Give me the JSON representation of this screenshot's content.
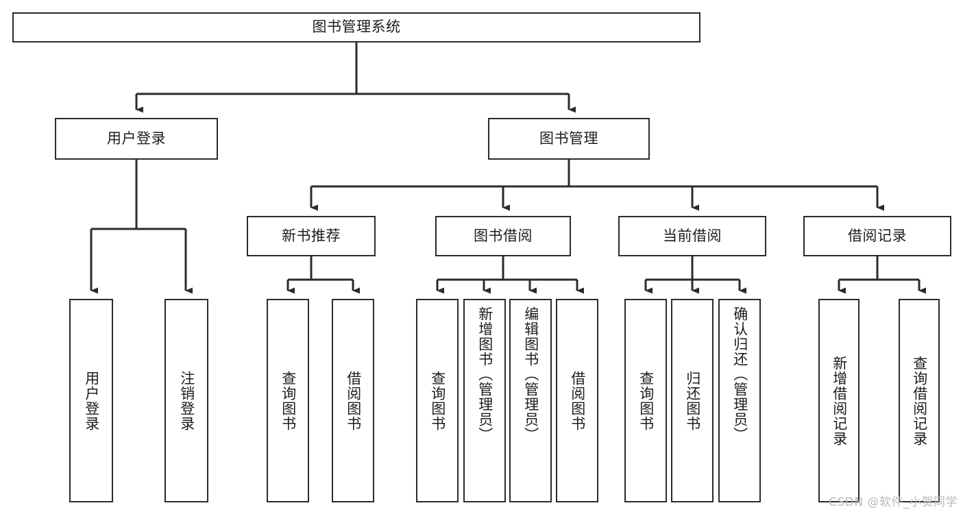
{
  "diagram": {
    "type": "tree-hierarchy",
    "title": "图书管理系统",
    "watermark": "CSDN @软件_小贺同学",
    "colors": {
      "stroke": "#2b2b2b",
      "fill": "#ffffff",
      "text": "#1d1d1d",
      "watermark": "#b9b9b9"
    },
    "root": {
      "label": "图书管理系统",
      "orientation": "horizontal"
    },
    "level1": [
      {
        "label": "用户登录",
        "orientation": "horizontal"
      },
      {
        "label": "图书管理",
        "orientation": "horizontal"
      }
    ],
    "level2": [
      {
        "label": "新书推荐",
        "orientation": "horizontal",
        "parent": "图书管理"
      },
      {
        "label": "图书借阅",
        "orientation": "horizontal",
        "parent": "图书管理"
      },
      {
        "label": "当前借阅",
        "orientation": "horizontal",
        "parent": "图书管理"
      },
      {
        "label": "借阅记录",
        "orientation": "horizontal",
        "parent": "图书管理"
      }
    ],
    "leaves": [
      {
        "label": "用户登录",
        "parent": "用户登录",
        "orientation": "vertical"
      },
      {
        "label": "注销登录",
        "parent": "用户登录",
        "orientation": "vertical"
      },
      {
        "label": "查询图书",
        "parent": "新书推荐",
        "orientation": "vertical"
      },
      {
        "label": "借阅图书",
        "parent": "新书推荐",
        "orientation": "vertical"
      },
      {
        "label": "查询图书",
        "parent": "图书借阅",
        "orientation": "vertical"
      },
      {
        "label": "新增图书（管理员）",
        "parent": "图书借阅",
        "orientation": "vertical"
      },
      {
        "label": "编辑图书（管理员）",
        "parent": "图书借阅",
        "orientation": "vertical"
      },
      {
        "label": "借阅图书",
        "parent": "图书借阅",
        "orientation": "vertical"
      },
      {
        "label": "查询图书",
        "parent": "当前借阅",
        "orientation": "vertical"
      },
      {
        "label": "归还图书",
        "parent": "当前借阅",
        "orientation": "vertical"
      },
      {
        "label": "确认归还（管理员）",
        "parent": "当前借阅",
        "orientation": "vertical"
      },
      {
        "label": "新增借阅记录",
        "parent": "借阅记录",
        "orientation": "vertical"
      },
      {
        "label": "查询借阅记录",
        "parent": "借阅记录",
        "orientation": "vertical"
      }
    ]
  }
}
